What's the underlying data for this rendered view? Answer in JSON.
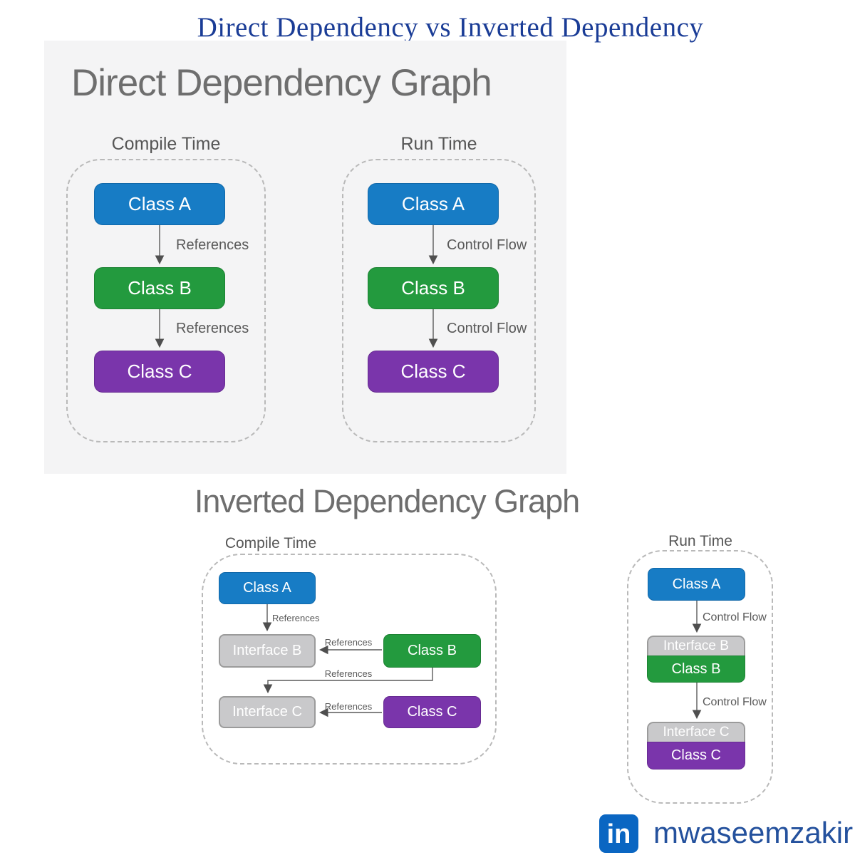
{
  "title": "Direct Dependency vs Inverted Dependency",
  "direct_graph": {
    "heading": "Direct Dependency Graph",
    "compile": {
      "label": "Compile Time",
      "nodes": [
        "Class A",
        "Class B",
        "Class C"
      ],
      "edge_labels": [
        "References",
        "References"
      ]
    },
    "run": {
      "label": "Run Time",
      "nodes": [
        "Class A",
        "Class B",
        "Class C"
      ],
      "edge_labels": [
        "Control Flow",
        "Control Flow"
      ]
    }
  },
  "inverted_graph": {
    "heading": "Inverted Dependency Graph",
    "compile": {
      "label": "Compile Time",
      "class_a": "Class A",
      "interface_b": "Interface B",
      "class_b": "Class B",
      "interface_c": "Interface C",
      "class_c": "Class C",
      "edge_a_to_interface_b": "References",
      "edge_b_to_interface_b": "References",
      "edge_b_to_interface_c": "References",
      "edge_c_to_interface_c": "References"
    },
    "run": {
      "label": "Run Time",
      "class_a": "Class A",
      "interface_b": "Interface B",
      "class_b": "Class B",
      "interface_c": "Interface C",
      "class_c": "Class C",
      "edge_a_to_b": "Control Flow",
      "edge_b_to_c": "Control Flow"
    }
  },
  "footer": {
    "linkedin_icon": "in",
    "handle": "mwaseemzakir"
  },
  "colors": {
    "class_a_blue": "#177cc5",
    "class_b_green": "#239a3e",
    "class_c_purple": "#7a35ab",
    "interface_gray": "#c9c9cb",
    "title_blue": "#1a3c96",
    "linkedin_blue": "#0a66c2",
    "handle_blue": "#24519d",
    "panel_gray": "#f4f4f5"
  }
}
